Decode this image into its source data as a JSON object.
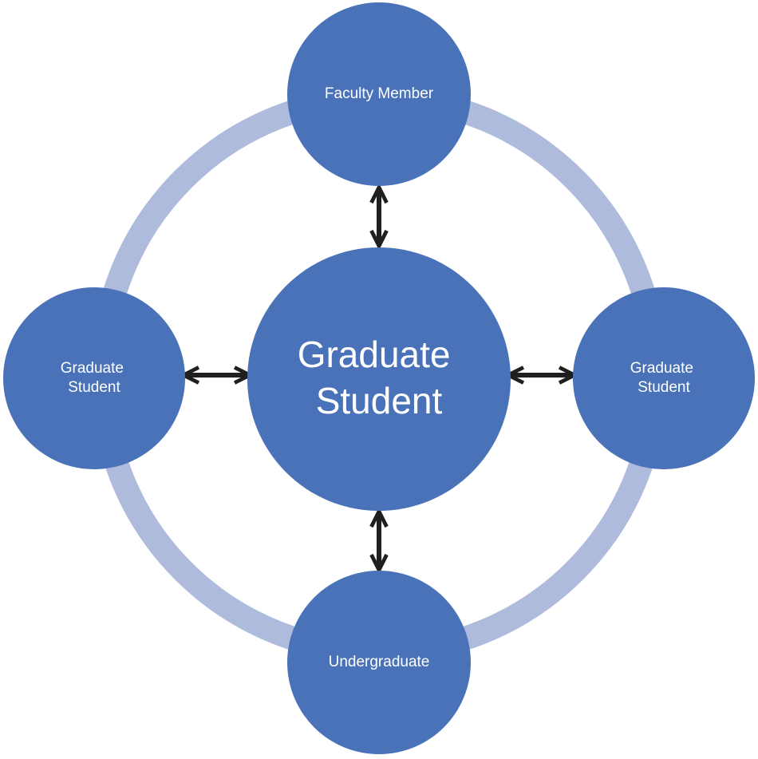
{
  "diagram": {
    "center": {
      "line1": "Graduate",
      "line2": "Student"
    },
    "top": {
      "label": "Faculty Member"
    },
    "left": {
      "line1": "Graduate",
      "line2": "Student"
    },
    "right": {
      "line1": "Graduate",
      "line2": "Student"
    },
    "bottom": {
      "label": "Undergraduate"
    }
  },
  "colors": {
    "node_fill": "#4A72B8",
    "ring": "#AFBBDD",
    "arrow": "#1f1f1f",
    "label_text": "#FFFFFF"
  }
}
